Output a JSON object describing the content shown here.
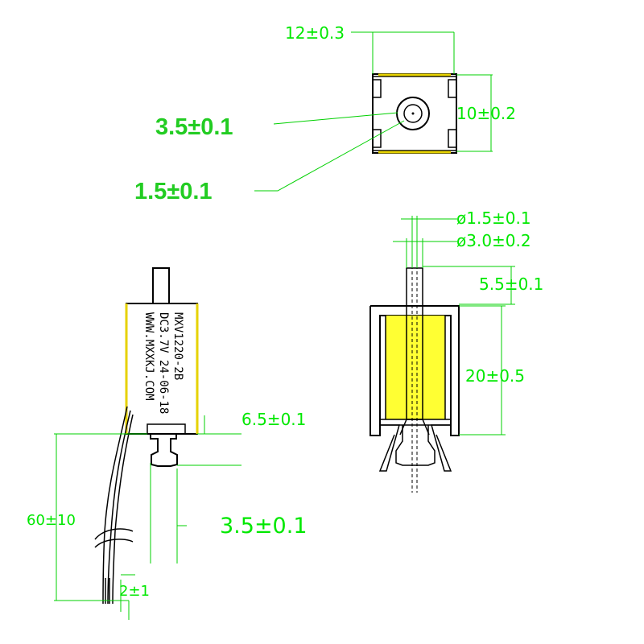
{
  "colors": {
    "dimension": "#00e800",
    "outline": "#000000",
    "coil_fill": "#ffff33",
    "background": "#ffffff"
  },
  "top_view": {
    "width_dim": "12±0.3",
    "height_dim": "10±0.2",
    "hole_outer_dim": "3.5±0.1",
    "hole_inner_dim": "1.5±0.1"
  },
  "side_view": {
    "label_lines": [
      "MXV1220-2B",
      "DC3.7V 24-06-18",
      "WWW.MXXKJ.COM"
    ],
    "bottom_height_dim": "6.5±0.1",
    "nozzle_dim": "3.5±0.1",
    "lead_length_dim": "60±10",
    "lead_strip_dim": "2±1"
  },
  "section_view": {
    "pin_dia_dim": "ø1.5±0.1",
    "plunger_dia_dim": "ø3.0±0.2",
    "plunger_protrusion_dim": "5.5±0.1",
    "body_height_dim": "20±0.5"
  }
}
